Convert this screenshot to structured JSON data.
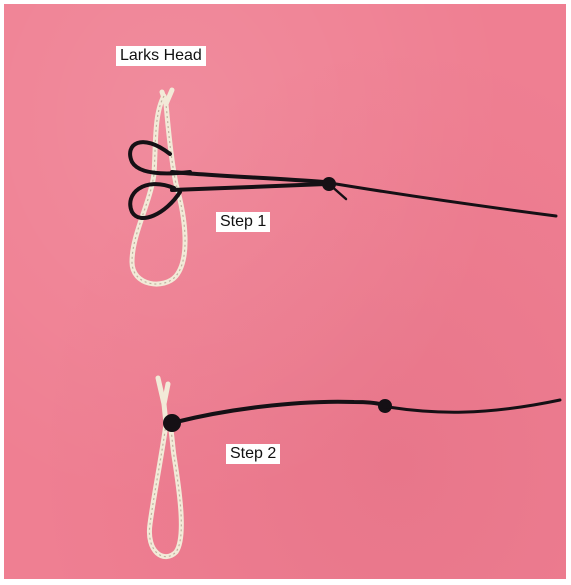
{
  "labels": {
    "larks_head": "Larks Head",
    "step_1": "Step 1",
    "step_2": "Step 2"
  },
  "colors": {
    "background": "#ef7f92",
    "white_cord": "#f2ead8",
    "black_cord": "#151015",
    "frame": "#ffffff"
  }
}
